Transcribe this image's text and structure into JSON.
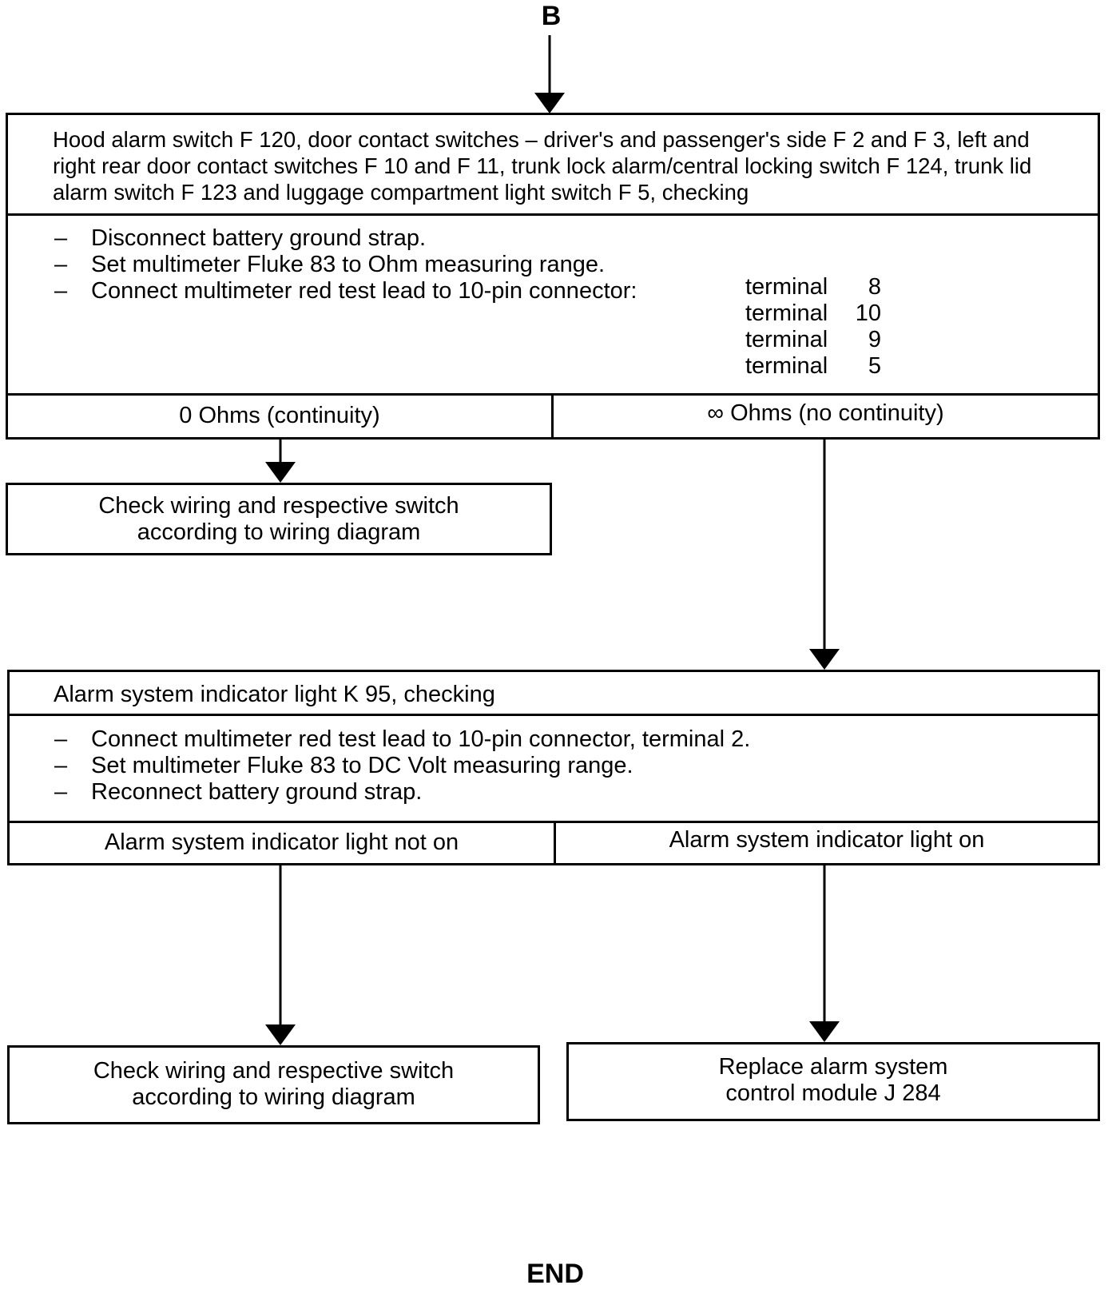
{
  "start_marker": "B",
  "end_marker": "END",
  "test1": {
    "title": "Hood alarm switch F 120, door contact switches – driver's and passenger's side  F 2 and F 3, left and right rear door contact switches F 10 and F 11, trunk lock alarm/central locking switch F 124, trunk lid alarm switch F 123 and luggage compartment light switch F 5, checking",
    "steps": [
      "Disconnect battery ground strap.",
      "Set multimeter Fluke 83 to Ohm measuring range.",
      "Connect multimeter red test lead to 10-pin connector:"
    ],
    "terminal_word": "terminal",
    "terminals": [
      "8",
      "10",
      "9",
      "5"
    ],
    "result_left": "0 Ohms (continuity)",
    "result_right": "∞  Ohms (no continuity)"
  },
  "action1": {
    "line1": "Check wiring and respective switch",
    "line2": "according to wiring diagram"
  },
  "test2": {
    "title": "Alarm system indicator light K 95, checking",
    "steps": [
      "Connect multimeter red test lead to 10-pin connector, terminal 2.",
      "Set multimeter Fluke 83 to DC Volt measuring range.",
      "Reconnect battery ground strap."
    ],
    "result_left": "Alarm system indicator light not on",
    "result_right": "Alarm system indicator light  on"
  },
  "action2": {
    "line1": "Check wiring and respective switch",
    "line2": "according to wiring diagram"
  },
  "action3": {
    "line1": "Replace alarm system",
    "line2": "control module J 284"
  },
  "dash": "–"
}
